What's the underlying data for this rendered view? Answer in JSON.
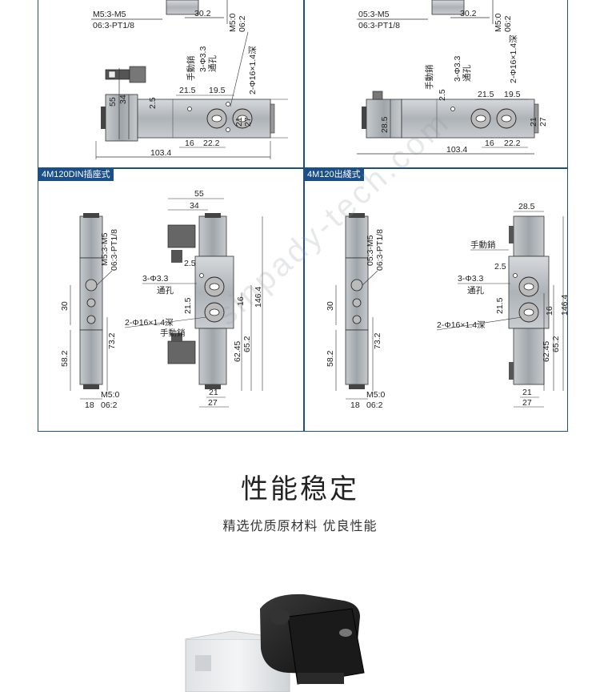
{
  "panels": {
    "din": {
      "label": "4M120DIN插座式"
    },
    "lead": {
      "label": "4M120出綫式"
    }
  },
  "top_left": {
    "port_note_1": "M5:3-M5",
    "port_note_2": "06:3-PT1/8",
    "dim_30_2": "30.2",
    "side_m5": "M5:0",
    "side_06": "06:2",
    "manual": "手動銷",
    "hole": "3-Φ3.3",
    "through": "通孔",
    "deep": "2-Φ16×1.4深",
    "dim_55": "55",
    "dim_34": "34",
    "dim_21_5": "21.5",
    "dim_19_5": "19.5",
    "dim_2_5": "2.5",
    "dim_21": "21",
    "dim_27": "27",
    "dim_16": "16",
    "dim_22_2": "22.2",
    "dim_103_4": "103.4"
  },
  "top_right": {
    "port_note_1": "05:3-M5",
    "port_note_2": "06:3-PT1/8",
    "dim_30_2": "30.2",
    "side_m5": "M5:0",
    "side_06": "06:2",
    "manual": "手動銷",
    "hole": "3-Φ3.3",
    "through": "通孔",
    "deep": "2-Φ16×1.4深",
    "dim_28_5": "28.5",
    "dim_2_5": "2.5",
    "dim_21_5": "21.5",
    "dim_19_5": "19.5",
    "dim_21": "21",
    "dim_27": "27",
    "dim_16": "16",
    "dim_22_2": "22.2",
    "dim_103_4": "103.4"
  },
  "bottom_left": {
    "port_note_1": "M5:3-M5",
    "port_note_2": "06:3-PT1/8",
    "dim_30": "30",
    "dim_58_2": "58.2",
    "dim_73_2": "73.2",
    "foot_m5": "M5:0",
    "foot_06": "06:2",
    "dim_18": "18",
    "dim_55": "55",
    "dim_34": "34",
    "dim_2_5": "2.5",
    "hole": "3-Φ3.3",
    "through": "通孔",
    "dim_21_5": "21.5",
    "dim_16": "16",
    "deep": "2-Φ16×1.4深",
    "manual": "手動銷",
    "dim_62_45": "62.45",
    "dim_65_2": "65.2",
    "dim_146_4": "146.4",
    "dim_21": "21",
    "dim_27": "27"
  },
  "bottom_right": {
    "port_note_1": "05:3-M5",
    "port_note_2": "06:3-PT1/8",
    "dim_30": "30",
    "dim_58_2": "58.2",
    "dim_73_2": "73.2",
    "foot_m5": "M5:0",
    "foot_06": "06:2",
    "dim_18": "18",
    "dim_28_5": "28.5",
    "manual": "手動銷",
    "dim_2_5": "2.5",
    "hole": "3-Φ3.3",
    "through": "通孔",
    "dim_21_5": "21.5",
    "dim_16": "16",
    "deep": "2-Φ16×1.4深",
    "dim_62_45": "62.45",
    "dim_65_2": "65.2",
    "dim_146_4": "146.4",
    "dim_21": "21",
    "dim_27": "27"
  },
  "watermark": "sinpady-tech.com",
  "section": {
    "title": "性能稳定",
    "subtitle": "精选优质原材料  优良性能"
  },
  "colors": {
    "frame": "#1b4f8a",
    "tag_bg": "#1b4f8a",
    "body_gray": "#b9bdc1"
  }
}
